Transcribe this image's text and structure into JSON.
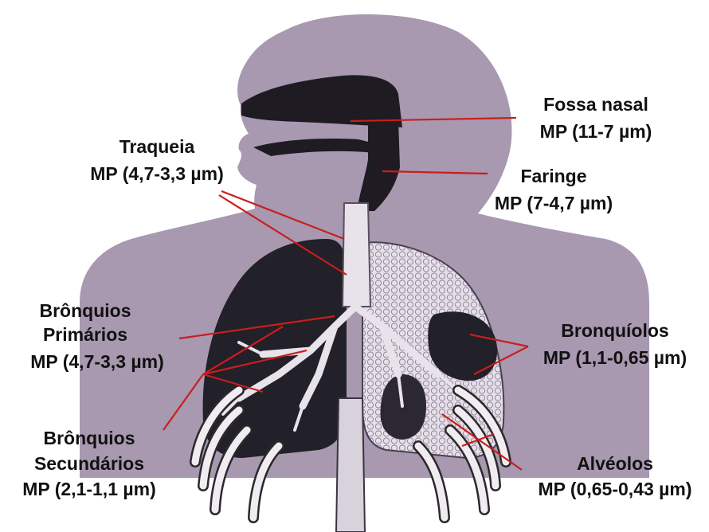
{
  "colors": {
    "silhouette": "#a898b0",
    "lung_dark": "#222028",
    "lung_light": "#e3dbe6",
    "airway": "#e8e2ea",
    "ribs": "#f0ecf2",
    "rib_outline": "#2a2a2a",
    "leader_line": "#c81e1e",
    "label_text": "#111111"
  },
  "labels": {
    "fossa_nasal": {
      "name": "Fossa nasal",
      "size": "MP (11-7 µm)"
    },
    "faringe": {
      "name": "Faringe",
      "size": "MP (7-4,7 µm)"
    },
    "traqueia": {
      "name": "Traqueia",
      "size": "MP (4,7-3,3 µm)"
    },
    "bronquios_primarios": {
      "name_1": "Brônquios",
      "name_2": "Primários",
      "size": "MP (4,7-3,3 µm)"
    },
    "bronquiolos": {
      "name": "Bronquíolos",
      "size": "MP (1,1-0,65 µm)"
    },
    "bronquios_secundarios": {
      "name_1": "Brônquios",
      "name_2": "Secundários",
      "size": "MP (2,1-1,1 µm)"
    },
    "alveolos": {
      "name": "Alvéolos",
      "size": "MP (0,65-0,43 µm)"
    }
  }
}
